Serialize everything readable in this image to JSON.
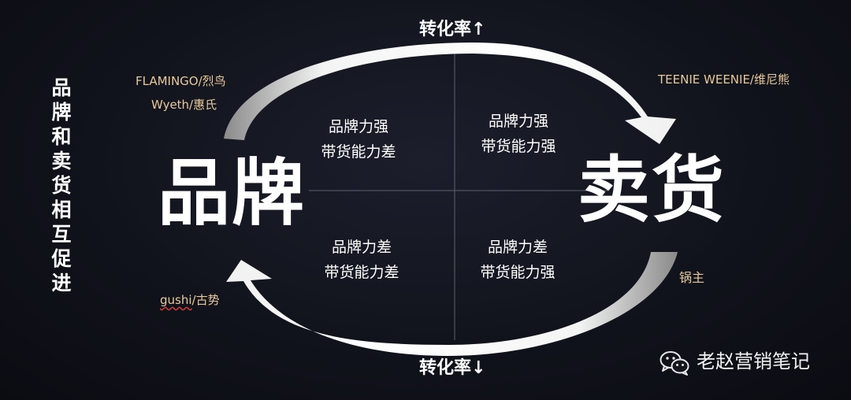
{
  "side_title": "品牌和卖货相互促进",
  "left_label": "品牌",
  "right_label": "卖货",
  "top_arrow_label": "转化率↑",
  "bottom_arrow_label": "转化率↓",
  "quadrants": {
    "top_left": [
      "品牌力强",
      "带货能力差"
    ],
    "top_right": [
      "品牌力强",
      "带货能力强"
    ],
    "bottom_left": [
      "品牌力差",
      "带货能力差"
    ],
    "bottom_right": [
      "品牌力差",
      "带货能力强"
    ]
  },
  "brands": {
    "flamingo": "FLAMINGO/烈鸟",
    "wyeth": "Wyeth/惠氏",
    "teenie": "TEENIE WEENIE/维尼熊",
    "guozhu": "锅主",
    "gushi_latin": "gushi",
    "gushi_rest": "/古势"
  },
  "footer": {
    "account_name": "老赵营销笔记",
    "icon": "wechat-icon"
  },
  "colors": {
    "background": "#11131c",
    "text": "#ffffff",
    "brand_text": "#e8c99a",
    "arrow": "#c8c8c8"
  }
}
